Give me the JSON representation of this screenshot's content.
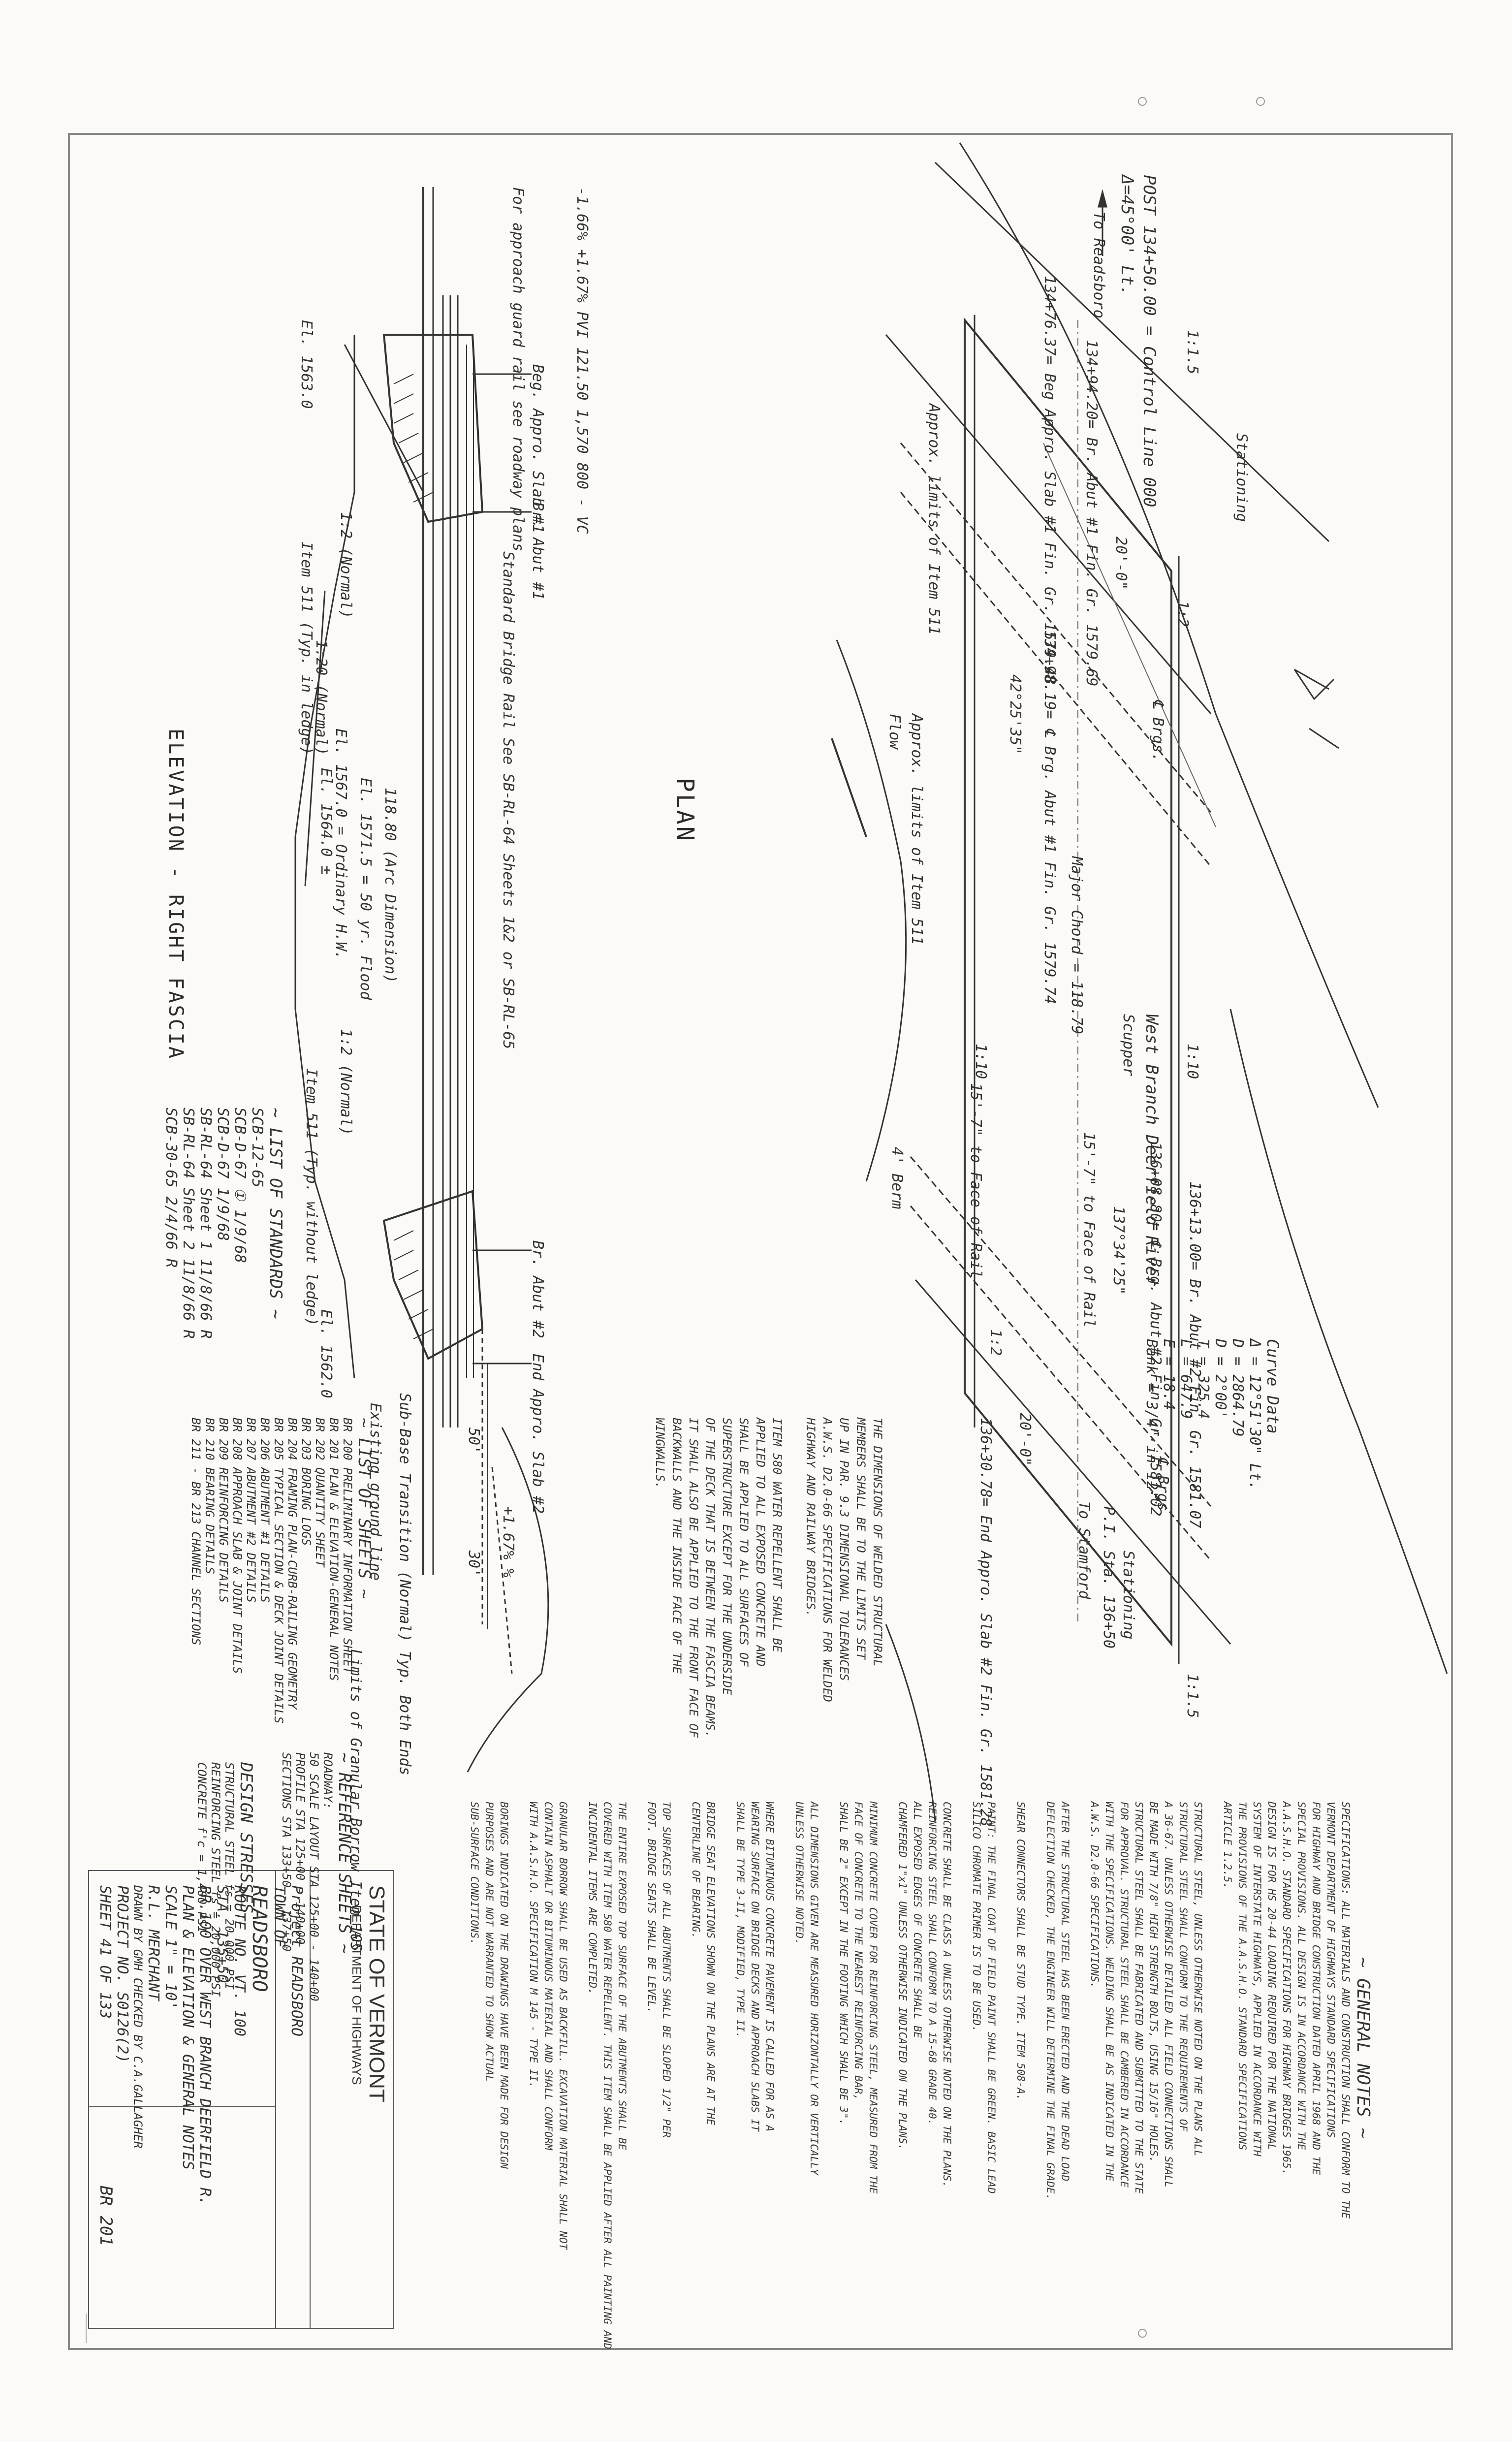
{
  "plan": {
    "title": "PLAN",
    "station_label": "POST 134+50.00 = Control Line 000",
    "delta": "Δ=45°00' Lt.",
    "to_readsboro": "To Readsboro",
    "to_stamford": "To Stamford",
    "stationing": "Stationing",
    "river": "West Branch Deerfield River",
    "flow": "Flow",
    "major_chord": "Major Chord = 118.79",
    "approx_limits_511": "Approx. limits of Item 511",
    "beg_appro_slab": "134+76.37= Beg Appro. Slab #1 Fin. Gr. 1579.48",
    "br_abut1": "134+94.20= Br. Abut #1 Fin. Gr. 1579.69",
    "cl_brg_abut1": "134+98.19= ℄ Brg. Abut #1 Fin. Gr. 1579.74",
    "cl_brg_abut2": "136+08.80= ℄ Brg. Abut #2 Fin. Gr. 1581.02",
    "br_abut2": "136+13.00= Br. Abut #2 Fin. Gr. 1581.07",
    "end_appro_slab": "136+30.78= End Appro. Slab #2 Fin. Gr. 1581.28",
    "pi_station": "P.I. Sta. 136+50",
    "face_rail_1": "15'-7\" to Face of Rail",
    "face_rail_2": "15'-7\" to Face of Rail",
    "scupper": "Scupper",
    "berm": "4' Berm",
    "cl_brgs": "℄ Brgs.",
    "dim_20": "20'-0\"",
    "angle_1": "42°25'35\"",
    "angle_2": "137°34'25\"",
    "slope_12": "1:2",
    "slope_115": "1:1.5",
    "slope_110": "1:10"
  },
  "curve_data": {
    "title": "Curve Data",
    "rows": [
      "Δ = 12°51'30\" Lt.",
      "D = 2864.79",
      "D = 2°00'",
      "T = 325.4",
      "L = 647.9",
      "E = 18.4",
      "Bank = 3/4\" in 12'"
    ]
  },
  "elevation": {
    "title": "ELEVATION - RIGHT FASCIA",
    "vc_note": "-1.66% +1.67%  PVI  121.50  1,570  800 - VC",
    "approach_guard": "For approach guard rail see roadway plans",
    "beg_appro": "Beg. Appro. Slab #1",
    "br_abut1": "Br. Abut #1",
    "br_abut2": "Br. Abut #2",
    "end_appro": "End Appro. Slab #2",
    "bridge_rail": "Standard Bridge Rail See SB-RL-64 Sheets 1&2 or SB-RL-65",
    "dimension": "118.80 (Arc Dimension)",
    "el_50yr": "El. 1571.5 = 50 yr. Flood",
    "el_ord": "El. 1567.0 = Ordinary H.W.",
    "el_1564": "El. 1564.0 ±",
    "el_1563": "El. 1563.0",
    "el_1562": "El. 1562.0",
    "slope_normal": "1:2 (Normal)",
    "slope_120": "1:20 (Normal)",
    "item511_ledge": "Item 511 (Typ. in ledge)",
    "item511_noledge": "Item 511 (Typ. without ledge)",
    "existing_ground": "Existing ground line",
    "granular": "Limits of Granular Borrow Item 105",
    "sub_base": "Sub-Base Transition (Normal) Typ. Both Ends",
    "grade_right": "+1.67% %",
    "dim_50": "50'",
    "dim_30": "30'"
  },
  "standards": {
    "title": "~ LIST OF STANDARDS ~",
    "rows": [
      "SCB-12-65",
      "SCB-D-67 ①  1/9/68",
      "SCB-D-67  1/9/68",
      "SB-RL-64 Sheet 1 11/8/66 R",
      "SB-RL-64 Sheet 2 11/8/66 R",
      "SCB-30-65  2/4/66 R"
    ]
  },
  "sheets": {
    "title": "~ LIST OF SHEETS ~",
    "rows": [
      "BR 200  PRELIMINARY INFORMATION SHEET",
      "BR 201  PLAN & ELEVATION-GENERAL NOTES",
      "BR 202  QUANTITY SHEET",
      "BR 203  BORING LOGS",
      "BR 204  FRAMING PLAN-CURB-RAILING GEOMETRY",
      "BR 205  TYPICAL SECTION & DECK JOINT DETAILS",
      "BR 206  ABUTMENT #1 DETAILS",
      "BR 207  ABUTMENT #2 DETAILS",
      "BR 208  APPROACH SLAB & JOINT DETAILS",
      "BR 209  REINFORCING DETAILS",
      "BR 210  BEARING DETAILS",
      "BR 211 - BR 213  CHANNEL SECTIONS"
    ]
  },
  "notes_text": "THE DIMENSIONS OF WELDED STRUCTURAL\nMEMBERS SHALL BE TO THE LIMITS SET\nUP IN PAR. 9.3 DIMENSIONAL TOLERANCES\nA.W.S. D2.0-66 SPECIFICATIONS FOR WELDED\nHIGHWAY AND RAILWAY BRIDGES.\n\nITEM 580 WATER REPELLENT SHALL BE\nAPPLIED TO ALL EXPOSED CONCRETE AND\nSHALL BE APPLIED TO ALL SURFACES OF\nSUPERSTRUCTURE EXCEPT FOR THE UNDERSIDE\nOF THE DECK THAT IS BETWEEN THE FASCIA BEAMS.\nIT SHALL ALSO BE APPLIED TO THE FRONT FACE OF\nBACKWALLS AND THE INSIDE FACE OF THE\nWINGWALLS.",
  "general_notes": {
    "title": "~ GENERAL NOTES ~",
    "text": "SPECIFICATIONS: ALL MATERIALS AND CONSTRUCTION SHALL CONFORM TO THE\nVERMONT DEPARTMENT OF HIGHWAYS STANDARD SPECIFICATIONS\nFOR HIGHWAY AND BRIDGE CONSTRUCTION DATED APRIL 1968 AND THE\nSPECIAL PROVISIONS. ALL DESIGN IS IN ACCORDANCE WITH THE\nA.A.S.H.O. STANDARD SPECIFICATIONS FOR HIGHWAY BRIDGES 1965.\nDESIGN IS FOR HS 20-44 LOADING REQUIRED FOR THE NATIONAL\nSYSTEM OF INTERSTATE HIGHWAYS, APPLIED IN ACCORDANCE WITH\nTHE PROVISIONS OF THE A.A.S.H.O. STANDARD SPECIFICATIONS\nARTICLE 1.2.5.\n\nSTRUCTURAL STEEL, UNLESS OTHERWISE NOTED ON THE PLANS ALL\nSTRUCTURAL STEEL SHALL CONFORM TO THE REQUIREMENTS OF\nA 36-67. UNLESS OTHERWISE DETAILED ALL FIELD CONNECTIONS SHALL\nBE MADE WITH 7/8\" HIGH STRENGTH BOLTS, USING 15/16\" HOLES.\nSTRUCTURAL STEEL SHALL BE FABRICATED AND SUBMITTED TO THE STATE\nFOR APPROVAL. STRUCTURAL STEEL SHALL BE CAMBERED IN ACCORDANCE\nWITH THE SPECIFICATIONS. WELDING SHALL BE AS INDICATED IN THE\nA.W.S. D2.0-66 SPECIFICATIONS.\n\nAFTER THE STRUCTURAL STEEL HAS BEEN ERECTED AND THE DEAD LOAD\nDEFLECTION CHECKED, THE ENGINEER WILL DETERMINE THE FINAL GRADE.\n\nSHEAR CONNECTORS SHALL BE STUD TYPE. ITEM 508-A.\n\nPAINT: THE FINAL COAT OF FIELD PAINT SHALL BE GREEN. BASIC LEAD\nSILICO CHROMATE PRIMER IS TO BE USED.\n\nCONCRETE SHALL BE CLASS A UNLESS OTHERWISE NOTED ON THE PLANS.\nREINFORCING STEEL SHALL CONFORM TO A 15-68 GRADE 40.\nALL EXPOSED EDGES OF CONCRETE SHALL BE\nCHAMFERED 1\"x1\" UNLESS OTHERWISE INDICATED ON THE PLANS.\n\nMINIMUM CONCRETE COVER FOR REINFORCING STEEL, MEASURED FROM THE\nFACE OF CONCRETE TO THE NEAREST REINFORCING BAR,\nSHALL BE 2\" EXCEPT IN THE FOOTING WHICH SHALL BE 3\".\n\nALL DIMENSIONS GIVEN ARE MEASURED HORIZONTALLY OR VERTICALLY\nUNLESS OTHERWISE NOTED.\n\nWHERE BITUMINOUS CONCRETE PAVEMENT IS CALLED FOR AS A\nWEARING SURFACE ON BRIDGE DECKS AND APPROACH SLABS IT\nSHALL BE TYPE 3-II, MODIFIED, TYPE II.\n\nBRIDGE SEAT ELEVATIONS SHOWN ON THE PLANS ARE AT THE\nCENTERLINE OF BEARING.\n\nTOP SURFACES OF ALL ABUTMENTS SHALL BE SLOPED 1/2\" PER\nFOOT. BRIDGE SEATS SHALL BE LEVEL.\n\nTHE ENTIRE EXPOSED TOP SURFACE OF THE ABUTMENTS SHALL BE\nCOVERED WITH ITEM 580 WATER REPELLENT. THIS ITEM SHALL BE APPLIED AFTER ALL PAINTING AND\nINCIDENTAL ITEMS ARE COMPLETED.\n\nGRANULAR BORROW SHALL BE USED AS BACKFILL. EXCAVATION MATERIAL SHALL NOT\nCONTAIN ASPHALT OR BITUMINOUS MATERIAL AND SHALL CONFORM\nWITH A.A.S.H.O. SPECIFICATION M 145 - TYPE II.\n\nBORINGS INDICATED ON THE DRAWINGS HAVE BEEN MADE FOR DESIGN\nPURPOSES AND ARE NOT WARRANTED TO SHOW ACTUAL\nSUB-SURFACE CONDITIONS."
  },
  "reference_sheets": {
    "title": "~ REFERENCE SHEETS ~",
    "rows": [
      "ROADWAY:",
      "50 SCALE LAYOUT  STA 125+00 - 140+00",
      "PROFILE  STA 125+00 - 140+00",
      "SECTIONS  STA 133+50 - 137+50"
    ]
  },
  "design_stresses": {
    "title": "DESIGN STRESSES",
    "rows": [
      "STRUCTURAL STEEL  fs = 20,000 PSI",
      "REINFORCING STEEL  fs = 20,000 PSI",
      "CONCRETE  f'c = 1,400 PSI"
    ]
  },
  "title_block": {
    "state": "STATE OF VERMONT",
    "dept": "DEPARTMENT OF HIGHWAYS",
    "project": "Project  READSBORO",
    "town": "READSBORO",
    "town_label": "TOWN OF",
    "route": "ROUTE NO. VT. 100",
    "station": "STA. 135+50",
    "bridge": "BR.100 OVER WEST BRANCH DEERFIELD R.",
    "sheet_title": "PLAN & ELEVATION & GENERAL NOTES",
    "scale": "SCALE 1\" = 10'",
    "supervisor": "R.L. MERCHANT",
    "drawn": "DRAWN BY GMH  CHECKED BY C.A.GALLAGHER",
    "project_no": "PROJECT NO. S0126(2)",
    "sheet_no": "SHEET 41 OF 133",
    "drawing_no": "BR 201"
  }
}
